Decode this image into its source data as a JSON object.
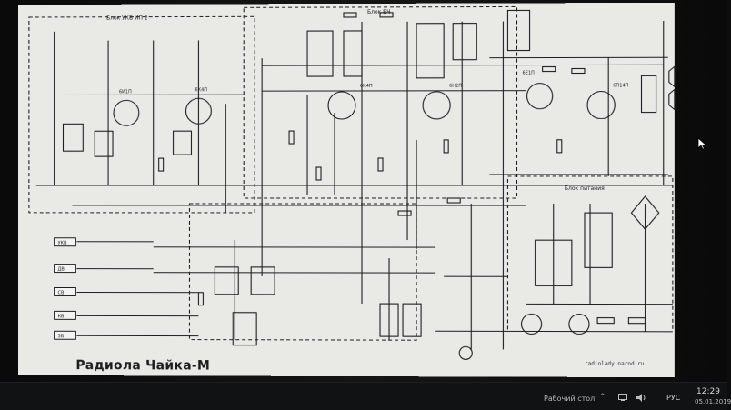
{
  "schematic": {
    "caption": "Радиола Чайка-М",
    "block_label_left": "Блок УКВ ИП 2",
    "block_label_mid": "Блок ВЧ",
    "block_label_right": "Блок питания",
    "watermark": "radiolady.narod.ru",
    "tube_labels": [
      "6И1П",
      "6К4П",
      "6К4П",
      "6Н2П",
      "6П14П",
      "6Е1П"
    ],
    "side_labels": [
      "УКВ",
      "ДВ",
      "СВ",
      "КВ",
      "ЗВ"
    ]
  },
  "taskbar": {
    "desktop_label": "Рабочий стол",
    "chevron": "^",
    "language": "РУС",
    "time": "12:29",
    "date": "05.01.2019"
  },
  "colors": {
    "paper": "#e9e9e6",
    "ink": "#1c1c1c",
    "taskbar": "#111214"
  }
}
